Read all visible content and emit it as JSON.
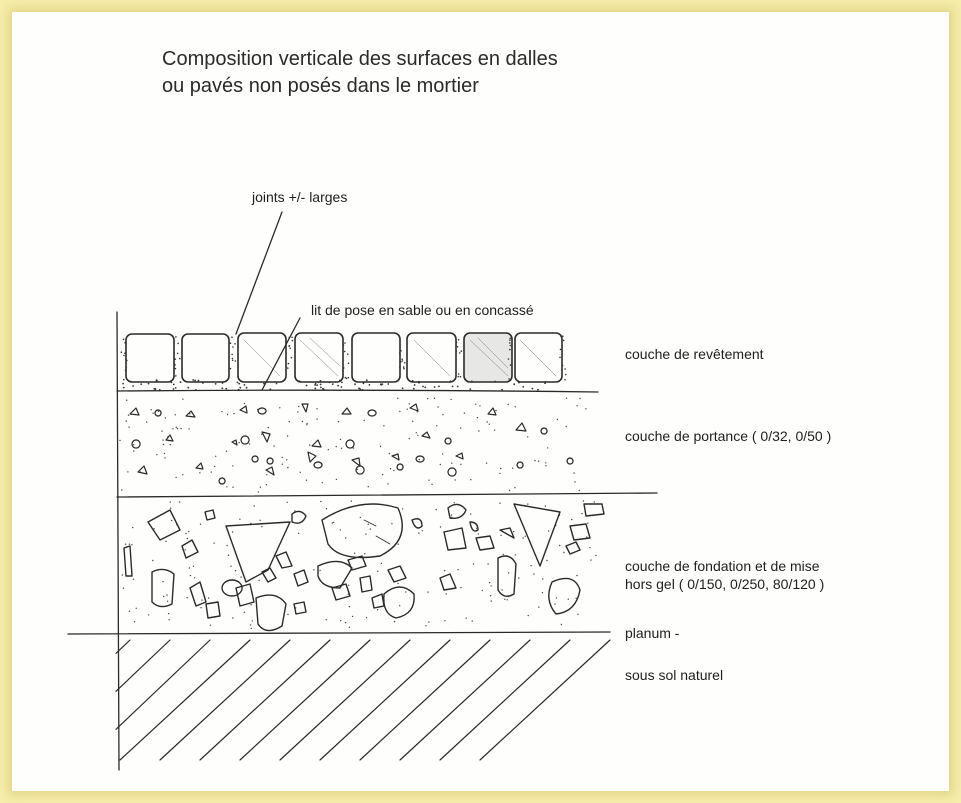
{
  "title": {
    "line1": "Composition verticale des surfaces en dalles",
    "line2": "ou pavés non posés dans le mortier"
  },
  "callouts": {
    "joints": "joints +/-  larges",
    "lit_de_pose": "lit de pose en sable ou en concassé"
  },
  "layers": {
    "revetement": "couche de revêtement",
    "portance": "couche de portance   ( 0/32, 0/50 )",
    "fondation_line1": "couche de fondation et de mise",
    "fondation_line2": "hors gel  ( 0/150, 0/250, 80/120 )",
    "planum": "planum  -",
    "sous_sol": "sous sol naturel"
  },
  "colors": {
    "background": "#f7eeac",
    "paper": "#fefefc",
    "ink": "#2a2a2a"
  }
}
